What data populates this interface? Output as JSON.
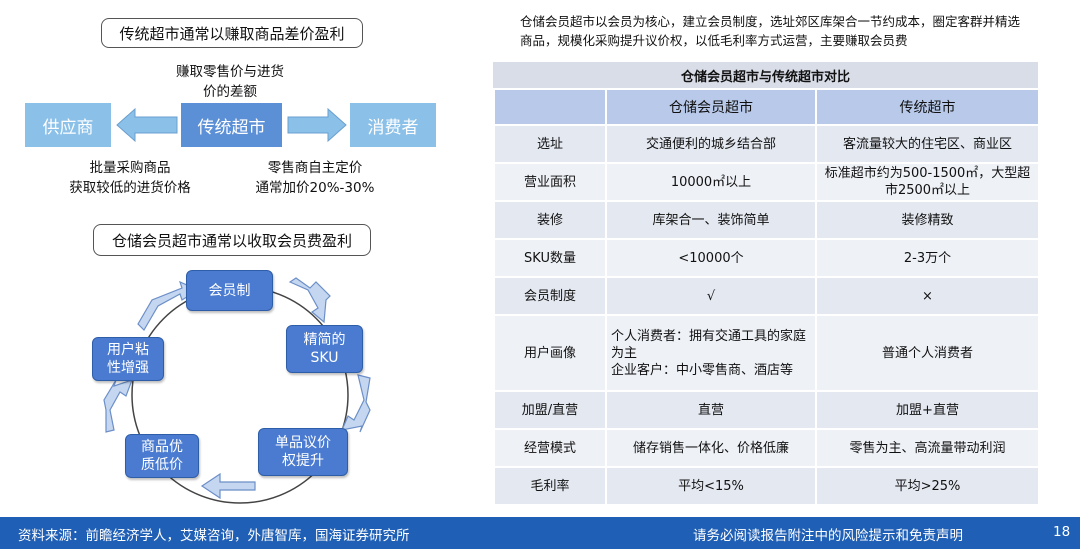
{
  "left_top": {
    "title": "传统超市通常以赚取商品差价盈利",
    "supplier": "供应商",
    "store": "传统超市",
    "consumer": "消费者",
    "top_label_1": "赚取零售价与进货",
    "top_label_2": "价的差额",
    "left_label_1": "批量采购商品",
    "left_label_2": "获取较低的进货价格",
    "right_label_1": "零售商自主定价",
    "right_label_2": "通常加价20%-30%"
  },
  "left_bottom": {
    "title": "仓储会员超市通常以收取会员费盈利",
    "nodes": {
      "member": "会员制",
      "sku_1": "精简的",
      "sku_2": "SKU",
      "bargain_1": "单品议价",
      "bargain_2": "权提升",
      "quality_1": "商品优",
      "quality_2": "质低价",
      "sticky_1": "用户粘",
      "sticky_2": "性增强"
    }
  },
  "description": "仓储会员超市以会员为核心，建立会员制度，选址郊区库架合一节约成本，圈定客群并精选商品，规模化采购提升议价权，以低毛利率方式运营，主要赚取会员费",
  "table": {
    "title": "仓储会员超市与传统超市对比",
    "headers": [
      "",
      "仓储会员超市",
      "传统超市"
    ],
    "rows": [
      [
        "选址",
        "交通便利的城乡结合部",
        "客流量较大的住宅区、商业区"
      ],
      [
        "营业面积",
        "10000㎡以上",
        "标准超市约为500-1500㎡，大型超市2500㎡以上"
      ],
      [
        "装修",
        "库架合一、装饰简单",
        "装修精致"
      ],
      [
        "SKU数量",
        "<10000个",
        "2-3万个"
      ],
      [
        "会员制度",
        "√",
        "×"
      ],
      [
        "用户画像",
        "个人消费者：拥有交通工具的家庭为主\n企业客户：中小零售商、酒店等",
        "普通个人消费者"
      ],
      [
        "加盟/直营",
        "直营",
        "加盟+直营"
      ],
      [
        "经营模式",
        "储存销售一体化、价格低廉",
        "零售为主、高流量带动利润"
      ],
      [
        "毛利率",
        "平均<15%",
        "平均>25%"
      ]
    ]
  },
  "footer": {
    "source": "资料来源：前瞻经济学人，艾媒咨询，外唐智库，国海证券研究所",
    "disclaimer": "请务必阅读报告附注中的风险提示和免责声明",
    "page": "18"
  },
  "colors": {
    "flow_light": "#8bc0e8",
    "flow_dark": "#5b8fd6",
    "node": "#4a7bd0",
    "footer": "#1f5fb5",
    "table_header": "#b8c9ea"
  }
}
